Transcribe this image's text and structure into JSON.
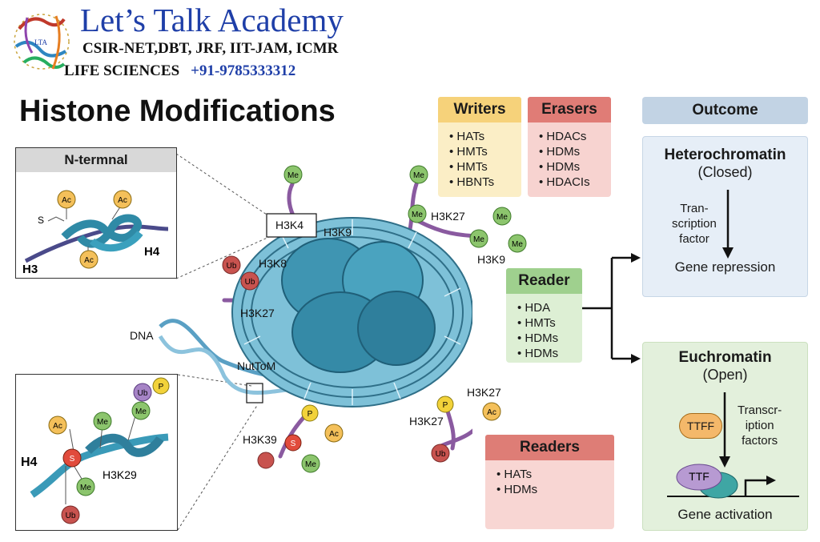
{
  "brand": {
    "title": "Let’s Talk Academy",
    "subtitle": "CSIR-NET,DBT, JRF, IIT-JAM, ICMR",
    "line3": "LIFE SCIENCES",
    "phone": "+91-9785333312",
    "logo_text": "LTA"
  },
  "page_title": "Histone Modifications",
  "inset_top": {
    "header": "N-termnal",
    "labels": {
      "h3": "H3",
      "h4": "H4",
      "s": "S",
      "ac1": "Ac",
      "ac2": "Ac",
      "ac3": "Ac"
    }
  },
  "inset_bottom": {
    "labels": {
      "h4": "H4",
      "h3k29": "H3K29",
      "ub_top": "Ub",
      "p": "P",
      "me_top": "Me",
      "ac": "Ac",
      "me_mid": "Me",
      "s": "S",
      "me_low": "Me",
      "ub_low": "Ub"
    }
  },
  "nucleosome": {
    "dna": "DNA",
    "nuttom": "NutToM",
    "h3k4": "H3K4",
    "h3k9_top": "H3K9",
    "h3k27_top": "H3K27",
    "h3k9_right": "H3K9",
    "h3k8": "H3K8",
    "h3k27_left": "H3K27",
    "h3k27_br1": "H3K27",
    "h3k27_br2": "H3K27",
    "h3k39": "H3K39",
    "me": "Me",
    "ub": "Ub",
    "p": "P",
    "ac": "Ac",
    "s": "S"
  },
  "writers": {
    "header": "Writers",
    "items": [
      "HATs",
      "HMTs",
      "HMTs",
      "HBNTs"
    ]
  },
  "erasers": {
    "header": "Erasers",
    "items": [
      "HDACs",
      "HDMs",
      "HDMs",
      "HDACIs"
    ]
  },
  "reader": {
    "header": "Reader",
    "items": [
      "HDA",
      "HMTs",
      "HDMs",
      "HDMs"
    ]
  },
  "readers": {
    "header": "Readers",
    "items": [
      "HATs",
      "HDMs"
    ]
  },
  "outcome": {
    "header": "Outcome",
    "hetero": {
      "title": "Heterochromatin",
      "sub": "(Closed)",
      "tf_line1": "Tran-",
      "tf_line2": "scription",
      "tf_line3": "factor",
      "result": "Gene repression"
    },
    "eu": {
      "title": "Euchromatin",
      "sub": "(Open)",
      "pill": "TTFF",
      "tf_line1": "Transcr-",
      "tf_line2": "iption",
      "tf_line3": "factors",
      "ttf": "TTF",
      "result": "Gene activation"
    }
  },
  "colors": {
    "writers_hdr": "#f6d27a",
    "writers_bg": "#fbeec6",
    "erasers_hdr": "#e07c76",
    "erasers_bg": "#f7d3d0",
    "reader_hdr": "#9fd08e",
    "reader_bg": "#ddefd4",
    "readers_hdr": "#de7d76",
    "readers_bg": "#f8d6d3",
    "outcome_hdr": "#c2d3e4",
    "hetero_bg": "#e6eef7",
    "eu_bg": "#e3f0dc",
    "me": "#8cc56d",
    "ac": "#f4c05a",
    "ub": "#c8534f",
    "p": "#f2d23a",
    "s": "#e14b3c",
    "ub_purple": "#a684c6",
    "histone": "#3a8ca6",
    "tail": "#8a5aa0"
  }
}
